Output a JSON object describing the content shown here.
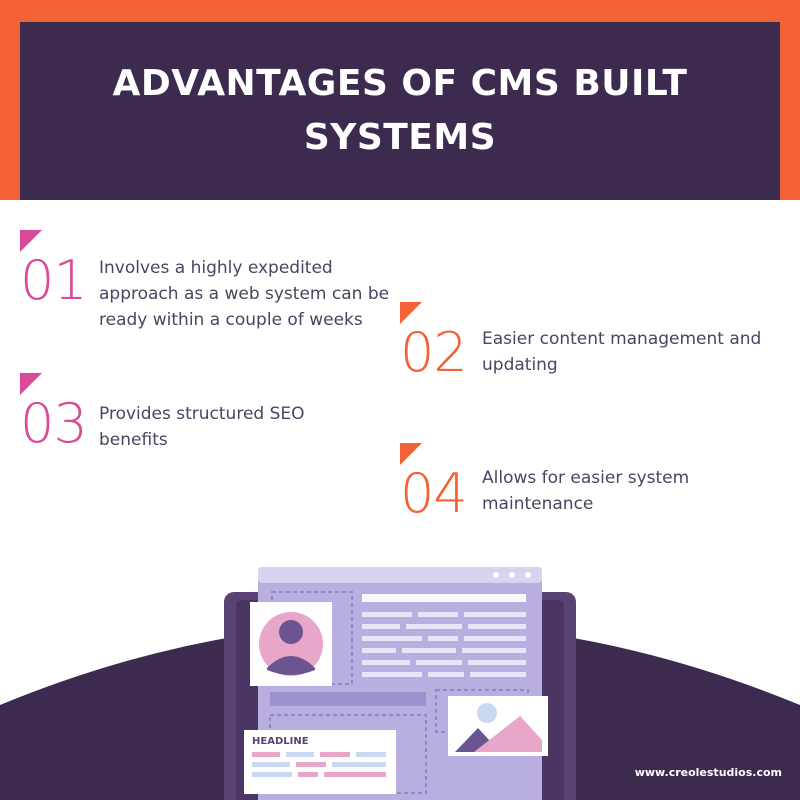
{
  "title": "ADVANTAGES OF CMS BUILT SYSTEMS",
  "items": [
    {
      "number": "01",
      "text": "Involves a highly expedited approach as a web system can be ready within a couple of weeks"
    },
    {
      "number": "02",
      "text": "Easier content management and updating"
    },
    {
      "number": "03",
      "text": "Provides structured SEO benefits"
    },
    {
      "number": "04",
      "text": "Allows for easier system maintenance"
    }
  ],
  "illustration": {
    "headline": "HEADLINE"
  },
  "footer": {
    "url": "www.creolestudios.com"
  },
  "colors": {
    "orange": "#f26234",
    "pink": "#d94a98",
    "dark_purple": "#3d2a4f",
    "lavender": "#b8aee0"
  }
}
